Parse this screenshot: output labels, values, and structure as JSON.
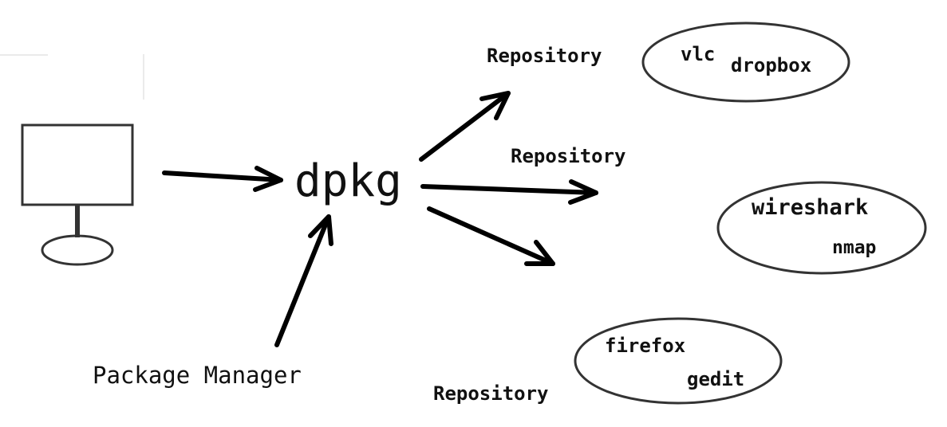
{
  "center_label": "dpkg",
  "package_manager_label": "Package Manager",
  "repositories": [
    {
      "label": "Repository",
      "packages": [
        "vlc",
        "dropbox"
      ]
    },
    {
      "label": "Repository",
      "packages": [
        "wireshark",
        "nmap"
      ]
    },
    {
      "label": "Repository",
      "packages": [
        "firefox",
        "gedit"
      ]
    }
  ],
  "colors": {
    "line": "#000000",
    "outline": "#333333",
    "background": "#ffffff"
  },
  "icons": {
    "computer": "computer-icon"
  }
}
